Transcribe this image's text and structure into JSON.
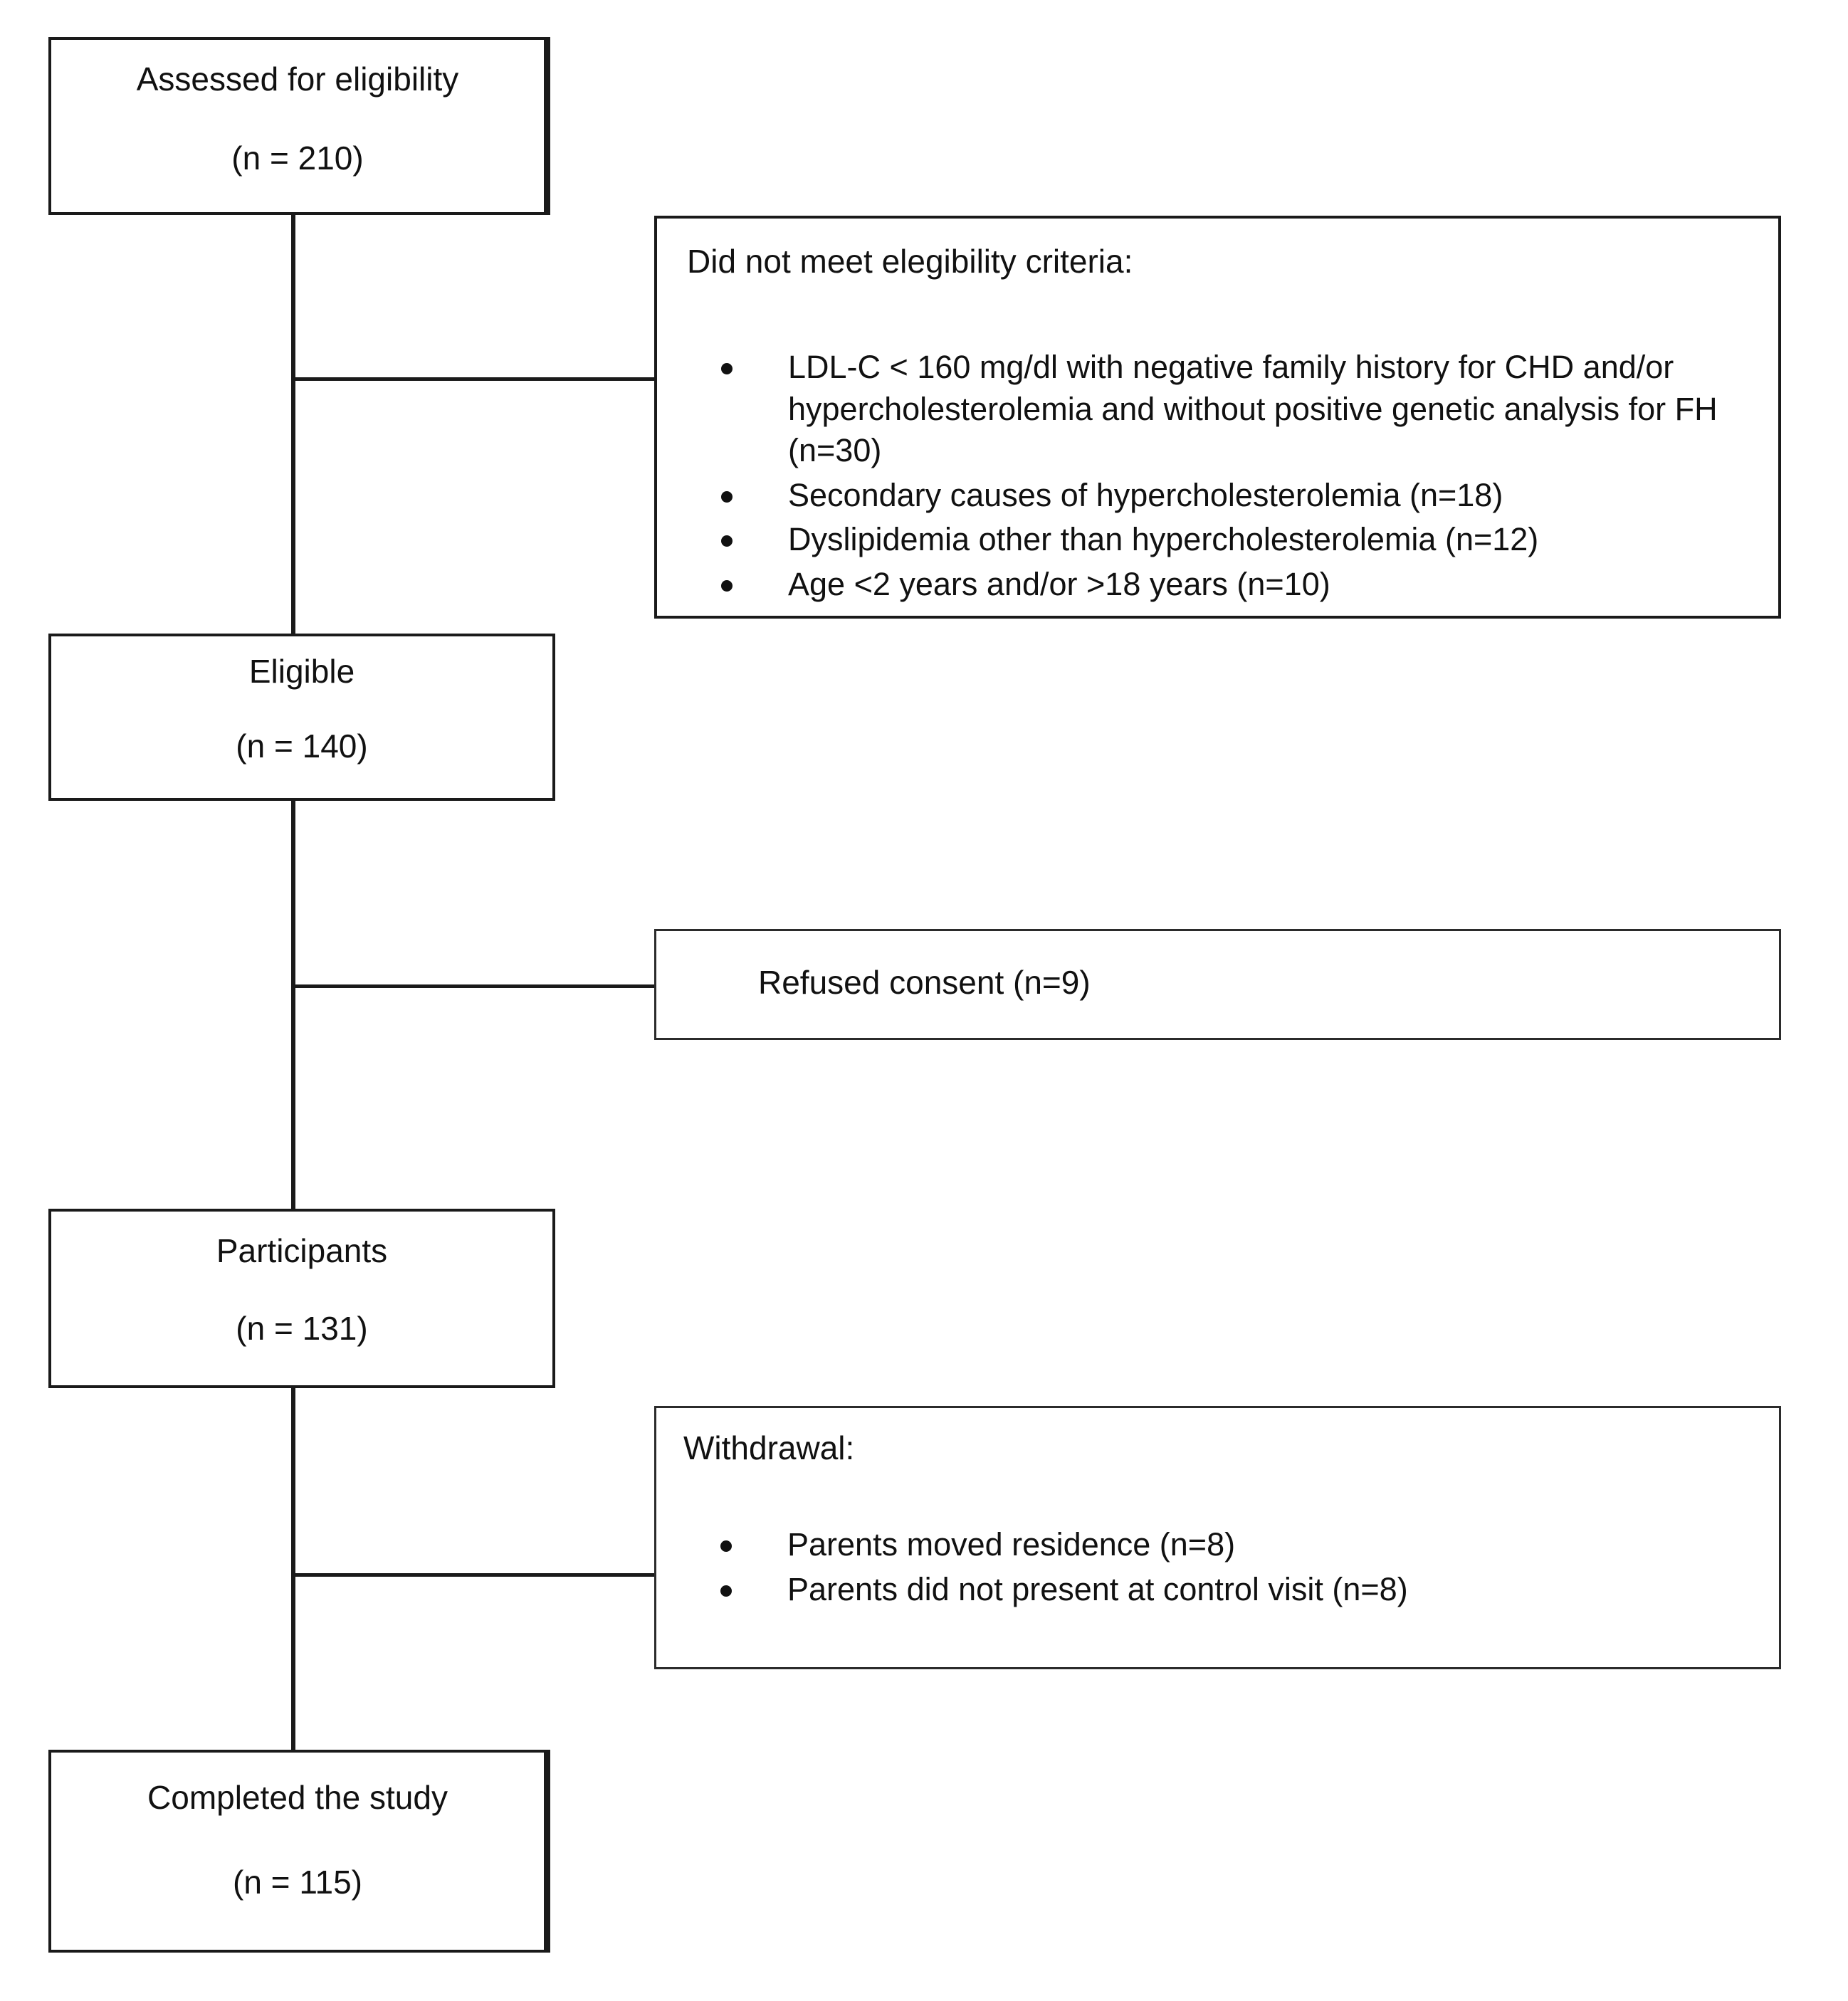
{
  "diagram": {
    "type": "consort-flow-diagram",
    "nodes": {
      "assessed": {
        "title": "Assessed for eligibility",
        "count": "(n = 210)"
      },
      "eligible": {
        "title": "Eligible",
        "count": "(n = 140)"
      },
      "participants": {
        "title": "Participants",
        "count": "(n = 131)"
      },
      "completed": {
        "title": "Completed the study",
        "count": "(n = 115)"
      }
    },
    "exclusions": {
      "heading": "Did not meet elegibility criteria:",
      "items": [
        "LDL-C < 160 mg/dl with negative family history for CHD and/or hypercholesterolemia and without positive genetic analysis for FH (n=30)",
        "Secondary causes of hypercholesterolemia  (n=18)",
        "Dyslipidemia other than hypercholesterolemia (n=12)",
        "Age <2 years and/or >18 years (n=10)"
      ]
    },
    "refused": {
      "label": "Refused consent (n=9)"
    },
    "withdrawal": {
      "heading": "Withdrawal:",
      "items": [
        "Parents moved residence (n=8)",
        "Parents did not present at control visit  (n=8)"
      ]
    },
    "colors": {
      "border": "#1a1a1a",
      "text": "#111111",
      "background": "#ffffff"
    }
  }
}
